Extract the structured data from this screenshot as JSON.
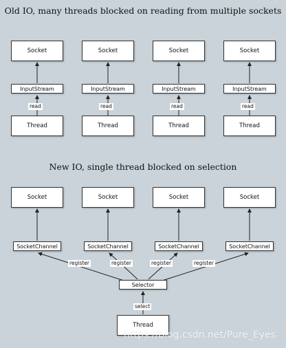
{
  "old_io": {
    "title": "Old IO, many threads blocked on reading from multiple sockets",
    "columns": [
      {
        "socket": "Socket",
        "stream": "InputStream",
        "edge": "read",
        "thread": "Thread"
      },
      {
        "socket": "Socket",
        "stream": "InputStream",
        "edge": "read",
        "thread": "Thread"
      },
      {
        "socket": "Socket",
        "stream": "InputStream",
        "edge": "read",
        "thread": "Thread"
      },
      {
        "socket": "Socket",
        "stream": "InputStream",
        "edge": "read",
        "thread": "Thread"
      }
    ]
  },
  "new_io": {
    "title": "New IO, single thread blocked on selection",
    "columns": [
      {
        "socket": "Socket",
        "channel": "SocketChannel",
        "edge": "register"
      },
      {
        "socket": "Socket",
        "channel": "SocketChannel",
        "edge": "register"
      },
      {
        "socket": "Socket",
        "channel": "SocketChannel",
        "edge": "register"
      },
      {
        "socket": "Socket",
        "channel": "SocketChannel",
        "edge": "register"
      }
    ],
    "selector": "Selector",
    "select_edge": "select",
    "thread": "Thread"
  },
  "watermark": "https://blog.csdn.net/Pure_Eyes"
}
